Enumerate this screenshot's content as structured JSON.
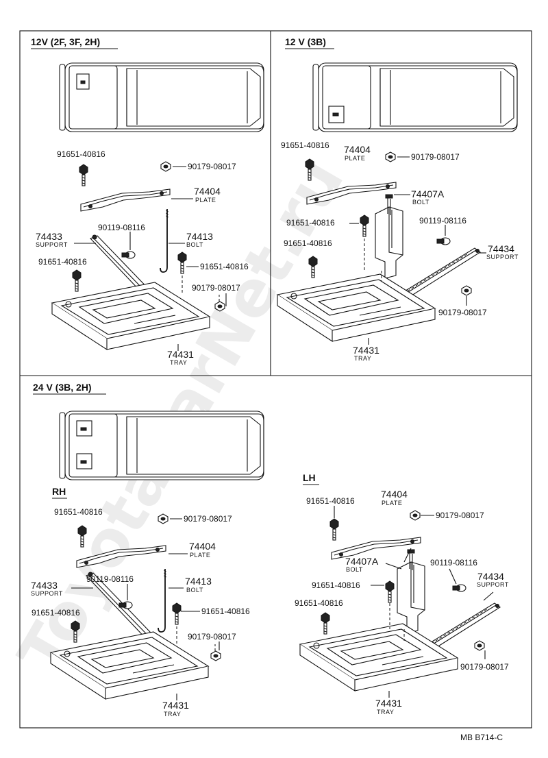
{
  "watermark": "ToyotaCarNet.ru",
  "footer_code": "MB  B714-C",
  "sections": {
    "top_left": {
      "title": "12V (2F, 3F, 2H)"
    },
    "top_right": {
      "title": "12 V (3B)"
    },
    "bottom": {
      "title": "24 V (3B, 2H)",
      "rh": "RH",
      "lh": "LH"
    }
  },
  "labels": {
    "tl": {
      "bolt_a": "91651-40816",
      "nut_a": "90179-08017",
      "plate_no": "74404",
      "plate_name": "PLATE",
      "support_no": "74433",
      "support_name": "SUPPORT",
      "screw": "90119-08116",
      "bolt_no": "74413",
      "bolt_name": "BOLT",
      "bolt_b": "91651-40816",
      "bolt_c": "91651-40816",
      "nut_b": "90179-08017",
      "tray_no": "74431",
      "tray_name": "TRAY"
    },
    "tr": {
      "bolt_a": "91651-40816",
      "plate_no": "74404",
      "plate_name": "PLATE",
      "nut_a": "90179-08017",
      "clamp_no": "74407A",
      "clamp_name": "BOLT",
      "bolt_b": "91651-40816",
      "screw": "90119-08116",
      "bolt_c": "91651-40816",
      "support_no": "74434",
      "support_name": "SUPPORT",
      "nut_b": "90179-08017",
      "tray_no": "74431",
      "tray_name": "TRAY"
    },
    "rh": {
      "bolt_a": "91651-40816",
      "nut_a": "90179-08017",
      "plate_no": "74404",
      "plate_name": "PLATE",
      "support_no": "74433",
      "support_name": "SUPPORT",
      "screw": "90119-08116",
      "bolt_no": "74413",
      "bolt_name": "BOLT",
      "bolt_b": "91651-40816",
      "bolt_c": "91651-40816",
      "nut_b": "90179-08017",
      "tray_no": "74431",
      "tray_name": "TRAY"
    },
    "lh": {
      "bolt_a": "91651-40816",
      "plate_no": "74404",
      "plate_name": "PLATE",
      "nut_a": "90179-08017",
      "clamp_no": "74407A",
      "clamp_name": "BOLT",
      "screw": "90119-08116",
      "support_no": "74434",
      "support_name": "SUPPORT",
      "bolt_b": "91651-40816",
      "bolt_c": "91651-40816",
      "nut_b": "90179-08017",
      "tray_no": "74431",
      "tray_name": "TRAY"
    }
  }
}
